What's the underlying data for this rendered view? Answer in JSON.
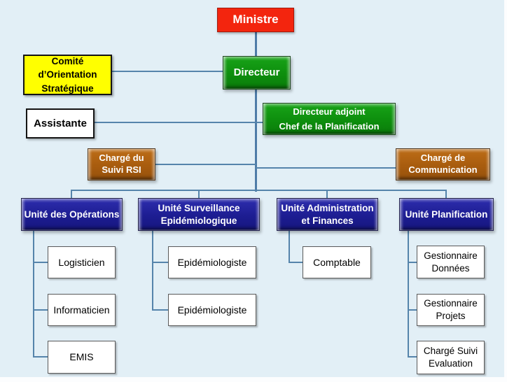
{
  "org": {
    "background_color": "#e2eff6",
    "connector_color": "#4e7ca8",
    "ministre": {
      "label": "Ministre",
      "color": "#f3250e"
    },
    "comite": {
      "label": "Comité\nd’Orientation\nStratégique",
      "color": "#ffff00"
    },
    "directeur": {
      "label": "Directeur",
      "color": "#0d8e0d"
    },
    "assistante": {
      "label": "Assistante",
      "color": "#ffffff"
    },
    "directeur_adjoint": {
      "label": "Directeur adjoint\nChef de la Planification",
      "color": "#0d8e0d"
    },
    "charge_suivi_rsi": {
      "label": "Chargé du\nSuivi RSI",
      "color": "#a85c0e"
    },
    "charge_communication": {
      "label": "Chargé de\nCommunication",
      "color": "#a85c0e"
    },
    "unites": [
      {
        "label": "Unité des Opérations",
        "color": "#1d1d92",
        "staff": [
          "Logisticien",
          "Informaticien",
          "EMIS"
        ]
      },
      {
        "label": "Unité Surveillance\nEpidémiologique",
        "color": "#1d1d92",
        "staff": [
          "Epidémiologiste",
          "Epidémiologiste"
        ]
      },
      {
        "label": "Unité Administration\net Finances",
        "color": "#1d1d92",
        "staff": [
          "Comptable"
        ]
      },
      {
        "label": "Unité Planification",
        "color": "#1d1d92",
        "staff": [
          "Gestionnaire\nDonnées",
          "Gestionnaire\nProjets",
          "Chargé Suivi\nEvaluation"
        ]
      }
    ]
  }
}
